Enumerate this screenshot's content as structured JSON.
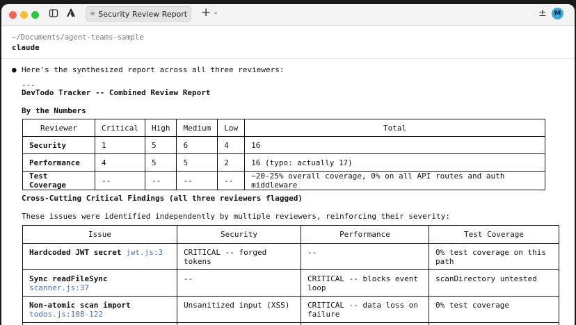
{
  "titlebar": {
    "tab_title": "Security Review Report",
    "tab_icon": "✳",
    "new_tab": "+",
    "dropdown": "⌄",
    "sort_icon": "±",
    "avatar_initial": "M"
  },
  "terminal": {
    "path": "~/Documents/agent-teams-sample",
    "command": "claude"
  },
  "report": {
    "bullet": "●",
    "intro": "Here's the synthesized report across all three reviewers:",
    "rule": "---",
    "title": "DevTodo Tracker -- Combined Review Report",
    "numbers_heading": "By the Numbers",
    "numbers_headers": [
      "Reviewer",
      "Critical",
      "High",
      "Medium",
      "Low",
      "Total"
    ],
    "numbers_rows": [
      [
        "Security",
        "1",
        "5",
        "6",
        "4",
        "16"
      ],
      [
        "Performance",
        "4",
        "5",
        "5",
        "2",
        "16 (typo: actually 17)"
      ],
      [
        "Test Coverage",
        "--",
        "--",
        "--",
        "--",
        "~20-25% overall coverage, 0% on all API routes and auth middleware"
      ]
    ],
    "cross_heading": "Cross-Cutting Critical Findings (all three reviewers flagged)",
    "cross_intro": "These issues were identified independently by multiple reviewers, reinforcing their severity:",
    "issue_headers": [
      "Issue",
      "Security",
      "Performance",
      "Test Coverage"
    ],
    "issue_rows": [
      {
        "name": "Hardcoded JWT secret",
        "file": "jwt.js:3",
        "security": "CRITICAL -- forged tokens",
        "performance": "--",
        "coverage": "0% test coverage on this path"
      },
      {
        "name": "Sync readFileSync",
        "file": "scanner.js:37",
        "security": "--",
        "performance": "CRITICAL -- blocks event loop",
        "coverage": "scanDirectory untested"
      },
      {
        "name": "Non-atomic scan import",
        "file": "todos.js:108-122",
        "security": "Unsanitized input (XSS)",
        "performance": "CRITICAL -- data loss on failure",
        "coverage": "0% test coverage"
      }
    ]
  }
}
